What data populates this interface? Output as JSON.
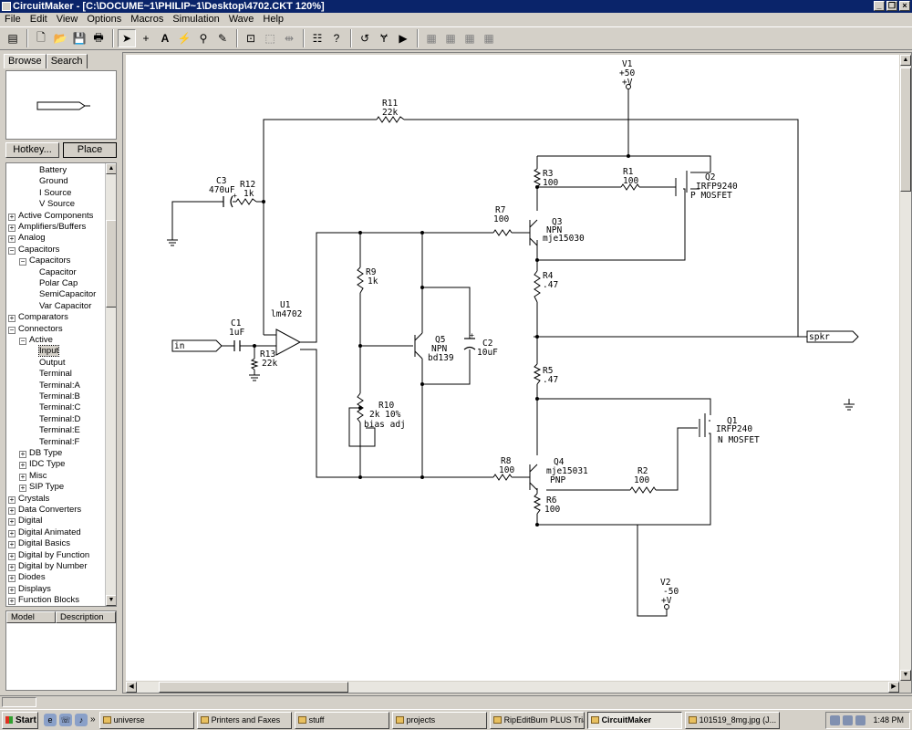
{
  "window": {
    "title": "CircuitMaker - [C:\\DOCUME~1\\PHILIP~1\\Desktop\\4702.CKT 120%]"
  },
  "menu": [
    "File",
    "Edit",
    "View",
    "Options",
    "Macros",
    "Simulation",
    "Wave",
    "Help"
  ],
  "panel": {
    "tabs": [
      "Browse",
      "Search"
    ],
    "hotkey_label": "Hotkey...",
    "place_label": "Place",
    "tree": [
      {
        "label": "Battery",
        "level": 2
      },
      {
        "label": "Ground",
        "level": 2
      },
      {
        "label": "I Source",
        "level": 2
      },
      {
        "label": "V Source",
        "level": 2
      },
      {
        "label": "Active Components",
        "level": 0,
        "expander": "+"
      },
      {
        "label": "Amplifiers/Buffers",
        "level": 0,
        "expander": "+"
      },
      {
        "label": "Analog",
        "level": 0,
        "expander": "+"
      },
      {
        "label": "Capacitors",
        "level": 0,
        "expander": "-"
      },
      {
        "label": "Capacitors",
        "level": 1,
        "expander": "-"
      },
      {
        "label": "Capacitor",
        "level": 2
      },
      {
        "label": "Polar Cap",
        "level": 2
      },
      {
        "label": "SemiCapacitor",
        "level": 2
      },
      {
        "label": "Var Capacitor",
        "level": 2
      },
      {
        "label": "Comparators",
        "level": 0,
        "expander": "+"
      },
      {
        "label": "Connectors",
        "level": 0,
        "expander": "-"
      },
      {
        "label": "Active",
        "level": 1,
        "expander": "-"
      },
      {
        "label": "Input",
        "level": 2,
        "selected": true
      },
      {
        "label": "Output",
        "level": 2
      },
      {
        "label": "Terminal",
        "level": 2
      },
      {
        "label": "Terminal:A",
        "level": 2
      },
      {
        "label": "Terminal:B",
        "level": 2
      },
      {
        "label": "Terminal:C",
        "level": 2
      },
      {
        "label": "Terminal:D",
        "level": 2
      },
      {
        "label": "Terminal:E",
        "level": 2
      },
      {
        "label": "Terminal:F",
        "level": 2
      },
      {
        "label": "DB Type",
        "level": 1,
        "expander": "+"
      },
      {
        "label": "IDC Type",
        "level": 1,
        "expander": "+"
      },
      {
        "label": "Misc",
        "level": 1,
        "expander": "+"
      },
      {
        "label": "SIP Type",
        "level": 1,
        "expander": "+"
      },
      {
        "label": "Crystals",
        "level": 0,
        "expander": "+"
      },
      {
        "label": "Data Converters",
        "level": 0,
        "expander": "+"
      },
      {
        "label": "Digital",
        "level": 0,
        "expander": "+"
      },
      {
        "label": "Digital Animated",
        "level": 0,
        "expander": "+"
      },
      {
        "label": "Digital Basics",
        "level": 0,
        "expander": "+"
      },
      {
        "label": "Digital by Function",
        "level": 0,
        "expander": "+"
      },
      {
        "label": "Digital by Number",
        "level": 0,
        "expander": "+"
      },
      {
        "label": "Diodes",
        "level": 0,
        "expander": "+"
      },
      {
        "label": "Displays",
        "level": 0,
        "expander": "+"
      },
      {
        "label": "Function Blocks",
        "level": 0,
        "expander": "+"
      }
    ],
    "model_headers": [
      "Model",
      "Description"
    ]
  },
  "schematic": {
    "v1": {
      "name": "V1",
      "value": "+50",
      "label": "+V"
    },
    "v2": {
      "name": "V2",
      "value": "-50",
      "label": "+V"
    },
    "r11": {
      "name": "R11",
      "value": "22k"
    },
    "r12": {
      "name": "R12",
      "value": "1k"
    },
    "c3": {
      "name": "C3",
      "value": "470uF"
    },
    "r3": {
      "name": "R3",
      "value": "100"
    },
    "r1": {
      "name": "R1",
      "value": "100"
    },
    "q2": {
      "name": "Q2",
      "model": "IRFP9240",
      "type": "P MOSFET"
    },
    "r7": {
      "name": "R7",
      "value": "100"
    },
    "q3": {
      "name": "Q3",
      "type": "NPN",
      "model": "mje15030"
    },
    "r9": {
      "name": "R9",
      "value": "1k"
    },
    "r4": {
      "name": "R4",
      "value": ".47"
    },
    "u1": {
      "name": "U1",
      "model": "lm4702"
    },
    "c1": {
      "name": "C1",
      "value": "1uF"
    },
    "in_label": "in",
    "r13": {
      "name": "R13",
      "value": "22k"
    },
    "q5": {
      "name": "Q5",
      "type": "NPN",
      "model": "bd139"
    },
    "c2": {
      "name": "C2",
      "value": "10uF"
    },
    "spkr_label": "spkr",
    "r5": {
      "name": "R5",
      "value": ".47"
    },
    "r10": {
      "name": "R10",
      "value": "2k 10%",
      "desc": "bias adj"
    },
    "q1": {
      "name": "Q1",
      "model": "IRFP240",
      "type": "N MOSFET"
    },
    "r8": {
      "name": "R8",
      "value": "100"
    },
    "q4": {
      "name": "Q4",
      "model": "mje15031",
      "type": "PNP"
    },
    "r2": {
      "name": "R2",
      "value": "100"
    },
    "r6": {
      "name": "R6",
      "value": "100"
    }
  },
  "taskbar": {
    "start": "Start",
    "items": [
      {
        "label": "universe",
        "active": false
      },
      {
        "label": "Printers and Faxes",
        "active": false
      },
      {
        "label": "stuff",
        "active": false
      },
      {
        "label": "projects",
        "active": false
      },
      {
        "label": "RipEditBurn PLUS Trial",
        "active": false
      },
      {
        "label": "CircuitMaker",
        "active": true
      },
      {
        "label": "101519_8mg.jpg (J...",
        "active": false
      }
    ],
    "clock": "1:48 PM"
  }
}
